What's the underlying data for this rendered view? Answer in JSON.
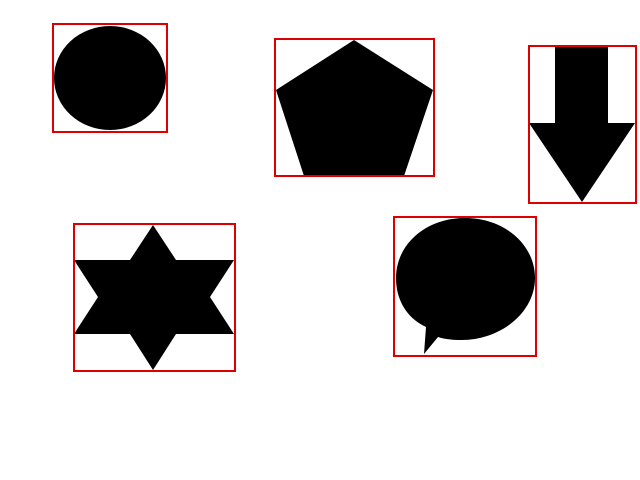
{
  "colors": {
    "background": "#ffffff",
    "shape_fill": "#000000",
    "box_stroke": "#dd0000"
  },
  "shapes": [
    {
      "id": "circle",
      "label": ""
    },
    {
      "id": "pentagon",
      "label": ""
    },
    {
      "id": "down-arrow",
      "label": ""
    },
    {
      "id": "six-point-star",
      "label": ""
    },
    {
      "id": "speech-bubble",
      "label": ""
    }
  ]
}
